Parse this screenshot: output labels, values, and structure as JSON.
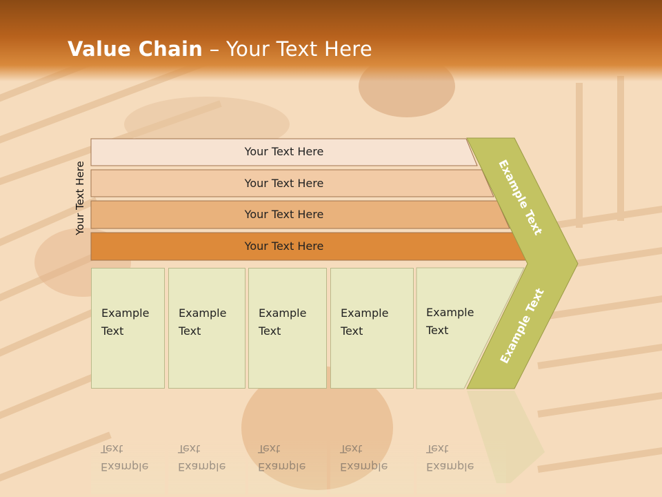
{
  "header": {
    "title_bold": "Value Chain",
    "title_rest": " – Your Text Here"
  },
  "side_label": "Your Text Here",
  "bars": [
    {
      "label": "Your Text Here",
      "color": "#f7e3d2"
    },
    {
      "label": "Your Text Here",
      "color": "#f2cba6"
    },
    {
      "label": "Your Text Here",
      "color": "#e9b27c"
    },
    {
      "label": "Your Text Here",
      "color": "#dd8a3a"
    }
  ],
  "boxes": [
    {
      "line1": "Example",
      "line2": "Text"
    },
    {
      "line1": "Example",
      "line2": "Text"
    },
    {
      "line1": "Example",
      "line2": "Text"
    },
    {
      "line1": "Example",
      "line2": "Text"
    },
    {
      "line1": "Example",
      "line2": "Text"
    }
  ],
  "chevron": {
    "top_label": "Example Text",
    "bottom_label": "Example Text",
    "color": "#c3c362"
  }
}
